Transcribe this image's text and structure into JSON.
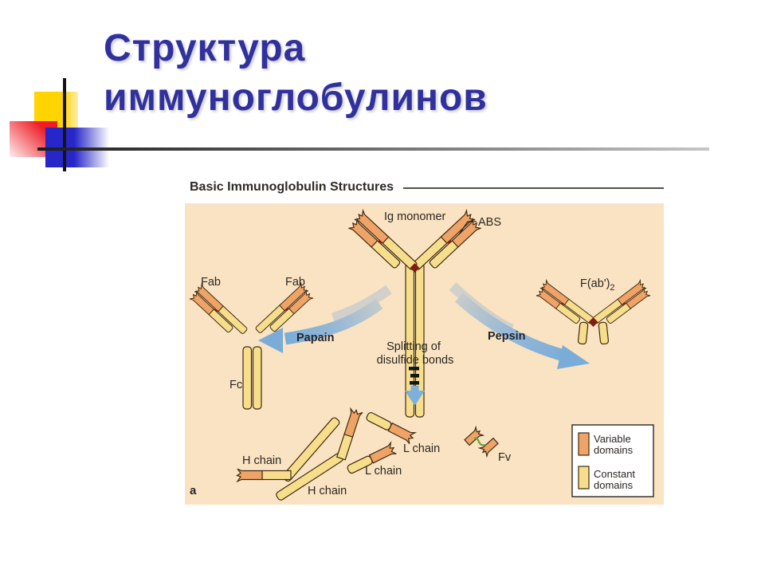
{
  "slide": {
    "title": {
      "line1": "Структура",
      "line2": "иммуноглобулинов"
    },
    "colors": {
      "title_blue": "#31319E",
      "accent_yellow": "#FFD400",
      "accent_red": "#EE1C25",
      "accent_blue": "#2626C9"
    }
  },
  "figure": {
    "heading": "Basic Immunoglobulin Structures",
    "panel_label": "a",
    "background": "#FAE3C2",
    "labels": {
      "ig_monomer": "Ig monomer",
      "abs": "ABS",
      "fab_left": "Fab",
      "fab_right": "Fab",
      "f_ab2_main": "F(ab')",
      "f_ab2_sub": "2",
      "papain": "Papain",
      "pepsin": "Pepsin",
      "splitting_line1": "Splitting of",
      "splitting_line2": "disulfide bonds",
      "fc": "Fc",
      "h_chain_left": "H chain",
      "h_chain_bottom": "H chain",
      "l_chain_upper": "L chain",
      "l_chain_lower": "L chain",
      "fv": "Fv"
    },
    "legend": {
      "items": [
        {
          "label_line1": "Variable",
          "label_line2": "domains",
          "color": "#EFA366"
        },
        {
          "label_line1": "Constant",
          "label_line2": "domains",
          "color": "#F6DE8D"
        }
      ]
    },
    "colors": {
      "variable_domain": "#EFA366",
      "constant_domain": "#F6DE8D",
      "outline": "#3E2A12",
      "arrow_blue": "#79ACD9",
      "arrow_gray": "#C9CDCB",
      "bond_red": "#801D15",
      "fv_link_green": "#67A33A",
      "text": "#2B2622"
    }
  }
}
